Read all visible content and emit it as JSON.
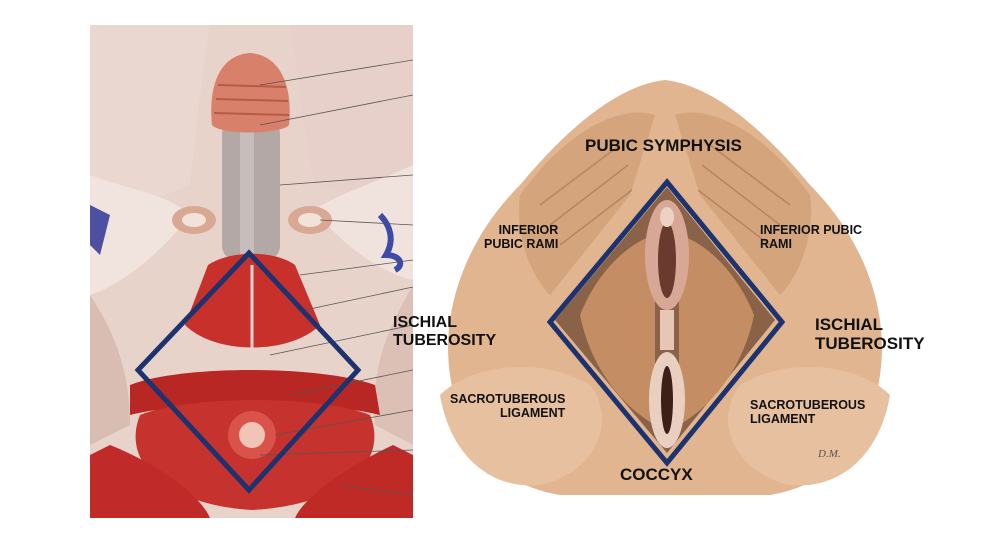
{
  "labels": {
    "pubic_symphysis": "PUBIC SYMPHYSIS",
    "inferior_pubic_rami_left": "INFERIOR\nPUBIC RAMI",
    "inferior_pubic_rami_right": "INFERIOR PUBIC\nRAMI",
    "ischial_tuberosity_mid": "ISCHIAL\nTUBEROSITY",
    "ischial_tuberosity_right": "ISCHIAL\nTUBEROSITY",
    "sacrotuberous_left": "SACROTUBEROUS\nLIGAMENT",
    "sacrotuberous_right": "SACROTUBEROUS\nLIGAMENT",
    "coccyx": "COCCYX"
  },
  "signature": "D.M.",
  "colors": {
    "diamond_outline": "#1c3370",
    "left_background": "#e9d6cf",
    "muscle_red": "#c8302c",
    "right_muscle_tan": "#d9aa80"
  }
}
